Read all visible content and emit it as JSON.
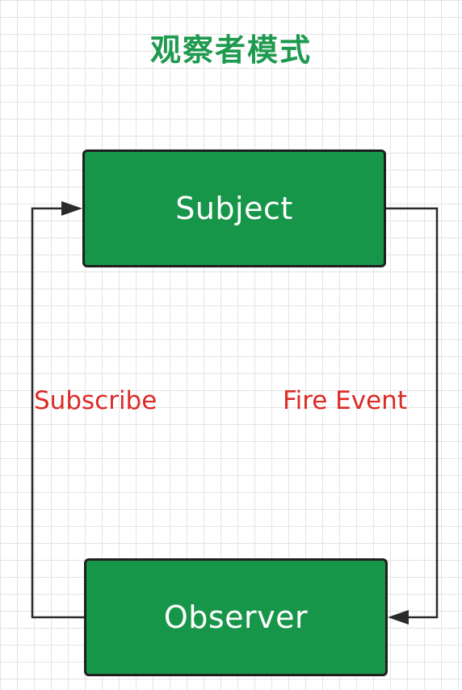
{
  "title": "观察者模式",
  "colors": {
    "title": "#1e9a4f",
    "node_fill": "#17964a",
    "node_border": "#1f1f1f",
    "connector": "#2a2a2a",
    "edge_label": "#dd2a26",
    "grid": "#e4e4e4"
  },
  "nodes": {
    "subject": {
      "label": "Subject"
    },
    "observer": {
      "label": "Observer"
    }
  },
  "edges": {
    "subscribe": {
      "label": "Subscribe",
      "from": "observer",
      "to": "subject"
    },
    "fire_event": {
      "label": "Fire Event",
      "from": "subject",
      "to": "observer"
    }
  }
}
